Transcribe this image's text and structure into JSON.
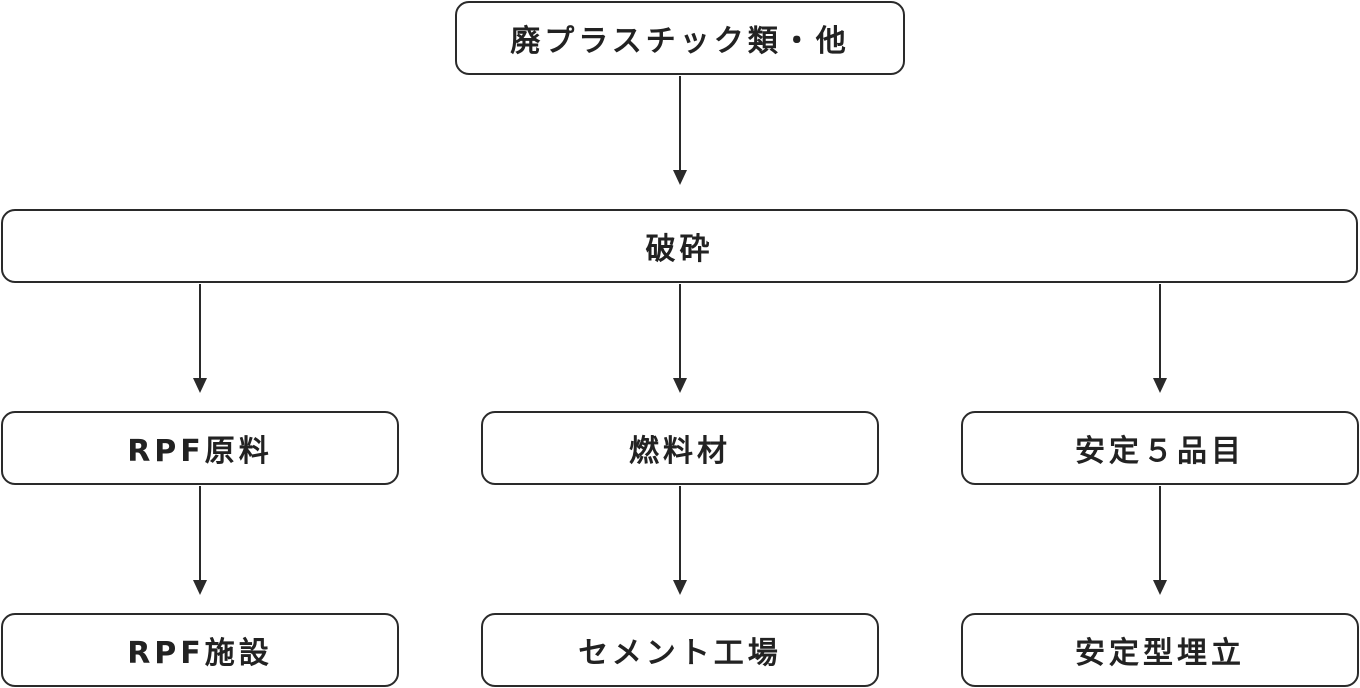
{
  "diagram": {
    "nodes": {
      "source": "廃プラスチック類・他",
      "process": "破砕",
      "left_output": "RPF原料",
      "middle_output": "燃料材",
      "right_output": "安定５品目",
      "left_destination": "RPF施設",
      "middle_destination": "セメント工場",
      "right_destination": "安定型埋立"
    },
    "edges": [
      {
        "from": "source",
        "to": "process"
      },
      {
        "from": "process",
        "to": "left_output"
      },
      {
        "from": "process",
        "to": "middle_output"
      },
      {
        "from": "process",
        "to": "right_output"
      },
      {
        "from": "left_output",
        "to": "left_destination"
      },
      {
        "from": "middle_output",
        "to": "middle_destination"
      },
      {
        "from": "right_output",
        "to": "right_destination"
      }
    ],
    "colors": {
      "stroke": "#2a2a2a",
      "background": "#ffffff"
    }
  }
}
